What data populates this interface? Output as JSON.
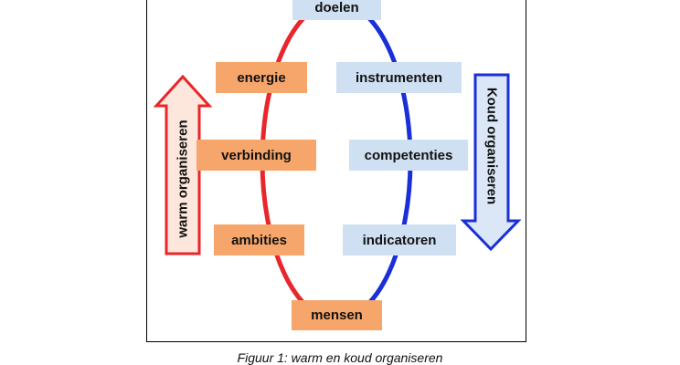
{
  "diagram": {
    "top_label": "doelen",
    "bottom_label": "mensen",
    "warm_items": [
      "energie",
      "verbinding",
      "ambities"
    ],
    "cold_items": [
      "instrumenten",
      "competenties",
      "indicatoren"
    ],
    "warm_arrow_label": "warm organiseren",
    "cold_arrow_label": "Koud organiseren"
  },
  "caption": "Figuur 1: warm en koud organiseren",
  "colors": {
    "warm_box": "#f7a66b",
    "cold_box": "#cfe0f2",
    "warm_line": "#e8262b",
    "cold_line": "#1a2fd8",
    "warm_arrow_fill": "#fde7dc",
    "cold_arrow_fill": "#dbe6f6"
  }
}
